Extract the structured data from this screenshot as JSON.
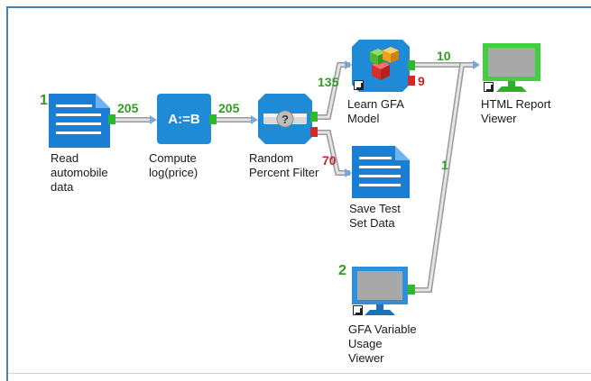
{
  "nodes": {
    "read": {
      "index": "1",
      "label_lines": [
        "Read",
        "automobile",
        "data"
      ]
    },
    "compute": {
      "icon_text": "A:=B",
      "label_lines": [
        "Compute",
        "log(price)"
      ]
    },
    "filter": {
      "icon_text": "?",
      "label_lines": [
        "Random",
        "Percent Filter"
      ]
    },
    "learn": {
      "label_lines": [
        "Learn GFA",
        "Model"
      ]
    },
    "save": {
      "label_lines": [
        "Save Test",
        "Set Data"
      ]
    },
    "report": {
      "label_lines": [
        "HTML Report",
        "Viewer"
      ]
    },
    "usage": {
      "index": "2",
      "label_lines": [
        "GFA Variable",
        "Usage",
        "Viewer"
      ]
    }
  },
  "connections": {
    "read_to_compute": "205",
    "compute_to_filter": "205",
    "filter_to_learn": "135",
    "filter_to_save": "70",
    "learn_error_port": "9",
    "learn_to_report": "10",
    "usage_to_report": "1"
  },
  "colors": {
    "document_blue": "#1a7fd4",
    "compute_blue": "#1f8ad6",
    "monitor_green": "#3fcf3f",
    "monitor_blue": "#2f8fd8",
    "link_gray": "#c8c8c8",
    "port_green": "#2eb82e",
    "port_red": "#d12a2a",
    "count_green": "#2e9e1e",
    "count_red": "#c0292b"
  },
  "icons": {
    "read": "document-icon",
    "compute": "assignment-icon",
    "filter": "random-filter-icon",
    "learn": "cubes-model-icon",
    "save": "document-icon",
    "report": "monitor-icon",
    "usage": "monitor-icon"
  }
}
